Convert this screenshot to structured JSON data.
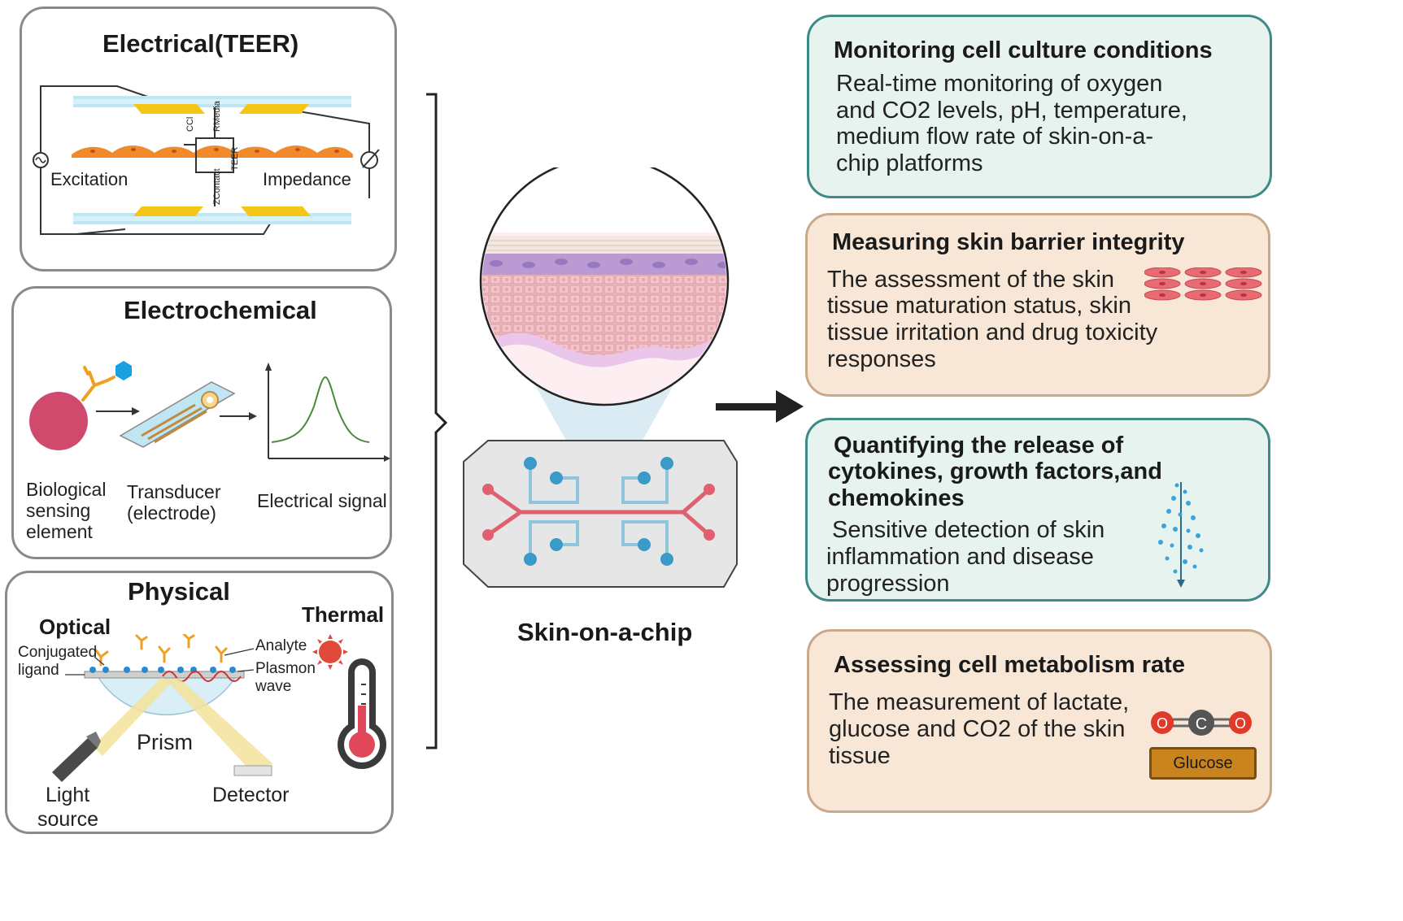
{
  "left": {
    "teer": {
      "title": "Electrical(TEER)",
      "excitation": "Excitation",
      "impedance": "Impedance",
      "c_cl": "CCl",
      "r_media": "RMedia",
      "teer": "TEER",
      "z_contact": "ZContact"
    },
    "electrochem": {
      "title": "Electrochemical",
      "bio_label": [
        "Biological",
        "sensing",
        "element"
      ],
      "transducer_label": [
        "Transducer",
        "(electrode)"
      ],
      "signal_label": "Electrical signal"
    },
    "physical": {
      "title": "Physical",
      "optical": "Optical",
      "thermal": "Thermal",
      "conjugated": [
        "Conjugated",
        "ligand"
      ],
      "analyte": "Analyte",
      "plasmon": [
        "Plasmon",
        "wave"
      ],
      "prism": "Prism",
      "light_source": [
        "Light",
        "source"
      ],
      "detector": "Detector"
    }
  },
  "center": {
    "label": "Skin-on-a-chip"
  },
  "right": {
    "cards": [
      {
        "title": "Monitoring cell culture conditions",
        "body": [
          "Real-time monitoring of oxygen",
          "and CO2 levels, pH, temperature,",
          "medium flow rate of skin-on-a-",
          "chip platforms"
        ]
      },
      {
        "title": "Measuring skin barrier integrity",
        "body": [
          "The assessment of the skin",
          "tissue maturation status, skin",
          "tissue irritation and drug toxicity",
          "responses"
        ]
      },
      {
        "title_lines": [
          "Quantifying the release of",
          "cytokines, growth factors,and",
          "chemokines"
        ],
        "body": [
          "Sensitive detection of skin",
          "inflammation and disease",
          "progression"
        ]
      },
      {
        "title": "Assessing cell metabolism rate",
        "body": [
          "The measurement of lactate,",
          "glucose and CO2 of the skin",
          "tissue"
        ],
        "molecule": {
          "left": "O",
          "center": "C",
          "right": "O"
        },
        "glucose": "Glucose"
      }
    ]
  },
  "colors": {
    "teal_border": "#3f8a86",
    "teal_fill": "#e6f3ef",
    "peach_border": "#c9a98c",
    "peach_fill": "#f8e7d6",
    "chip_red": "#e06070",
    "chip_blue": "#3a9ac8",
    "electrode_gold": "#f5c518"
  }
}
